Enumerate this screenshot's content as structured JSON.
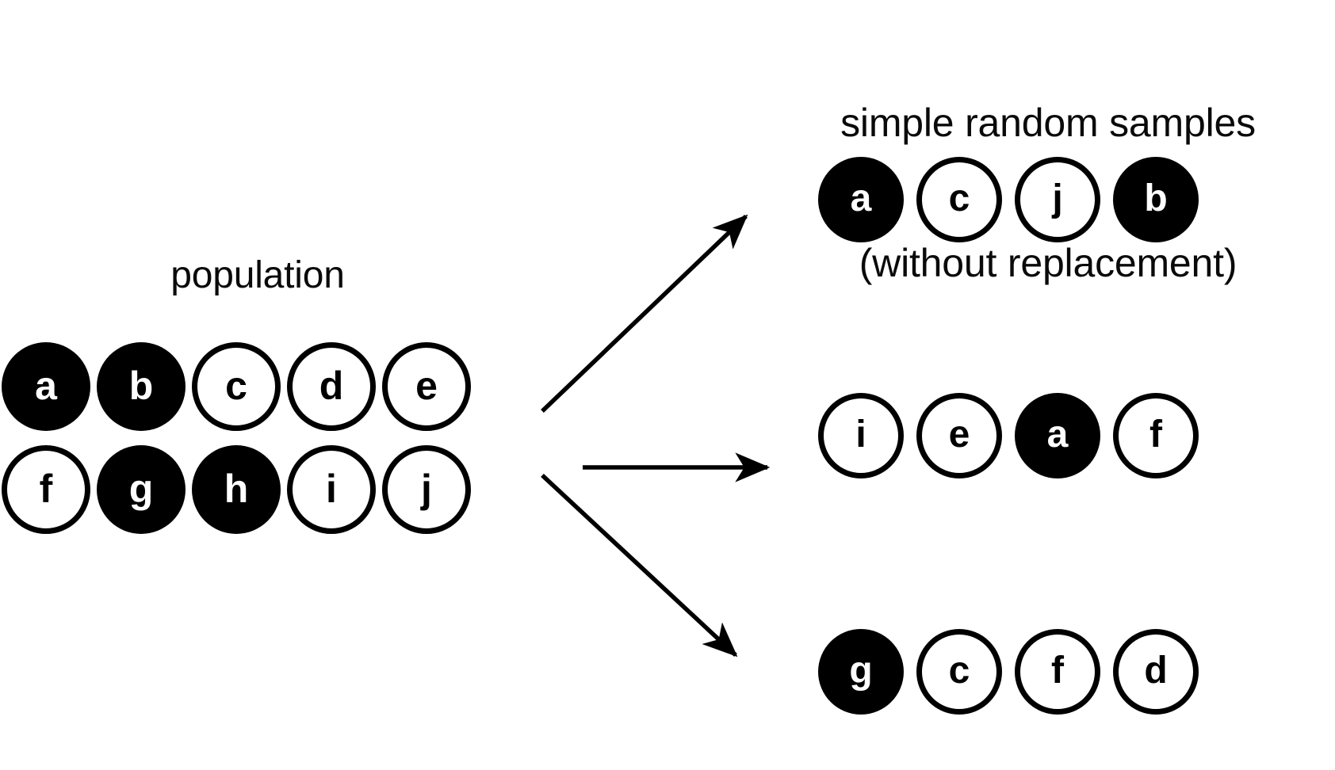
{
  "headings": {
    "samples_title_line1": "simple random samples",
    "samples_title_line2": "(without replacement)",
    "population_label": "population"
  },
  "colors": {
    "background": "#ffffff",
    "stroke": "#000000",
    "filled_circle": "#000000",
    "filled_label": "#ffffff",
    "outline_label": "#000000"
  },
  "chart_data": {
    "type": "diagram",
    "title": "simple random samples (without replacement)",
    "population": {
      "label": "population",
      "rows": [
        [
          {
            "label": "a",
            "filled": true
          },
          {
            "label": "b",
            "filled": true
          },
          {
            "label": "c",
            "filled": false
          },
          {
            "label": "d",
            "filled": false
          },
          {
            "label": "e",
            "filled": false
          }
        ],
        [
          {
            "label": "f",
            "filled": false
          },
          {
            "label": "g",
            "filled": true
          },
          {
            "label": "h",
            "filled": true
          },
          {
            "label": "i",
            "filled": false
          },
          {
            "label": "j",
            "filled": false
          }
        ]
      ]
    },
    "samples": [
      {
        "name": "sample-1",
        "items": [
          {
            "label": "a",
            "filled": true
          },
          {
            "label": "c",
            "filled": false
          },
          {
            "label": "j",
            "filled": false
          },
          {
            "label": "b",
            "filled": true
          }
        ]
      },
      {
        "name": "sample-2",
        "items": [
          {
            "label": "i",
            "filled": false
          },
          {
            "label": "e",
            "filled": false
          },
          {
            "label": "a",
            "filled": true
          },
          {
            "label": "f",
            "filled": false
          }
        ]
      },
      {
        "name": "sample-3",
        "items": [
          {
            "label": "g",
            "filled": true
          },
          {
            "label": "c",
            "filled": false
          },
          {
            "label": "f",
            "filled": false
          },
          {
            "label": "d",
            "filled": false
          }
        ]
      }
    ],
    "arrows": [
      {
        "name": "arrow-to-sample-1",
        "direction": "up-right"
      },
      {
        "name": "arrow-to-sample-2",
        "direction": "right"
      },
      {
        "name": "arrow-to-sample-3",
        "direction": "down-right"
      }
    ]
  },
  "layout": {
    "population_x": [
      2,
      122,
      242,
      362,
      482
    ],
    "population_y": [
      432,
      562
    ],
    "sample_x": [
      1032,
      1156,
      1280,
      1404
    ],
    "sample_y": [
      198,
      496,
      794
    ]
  }
}
